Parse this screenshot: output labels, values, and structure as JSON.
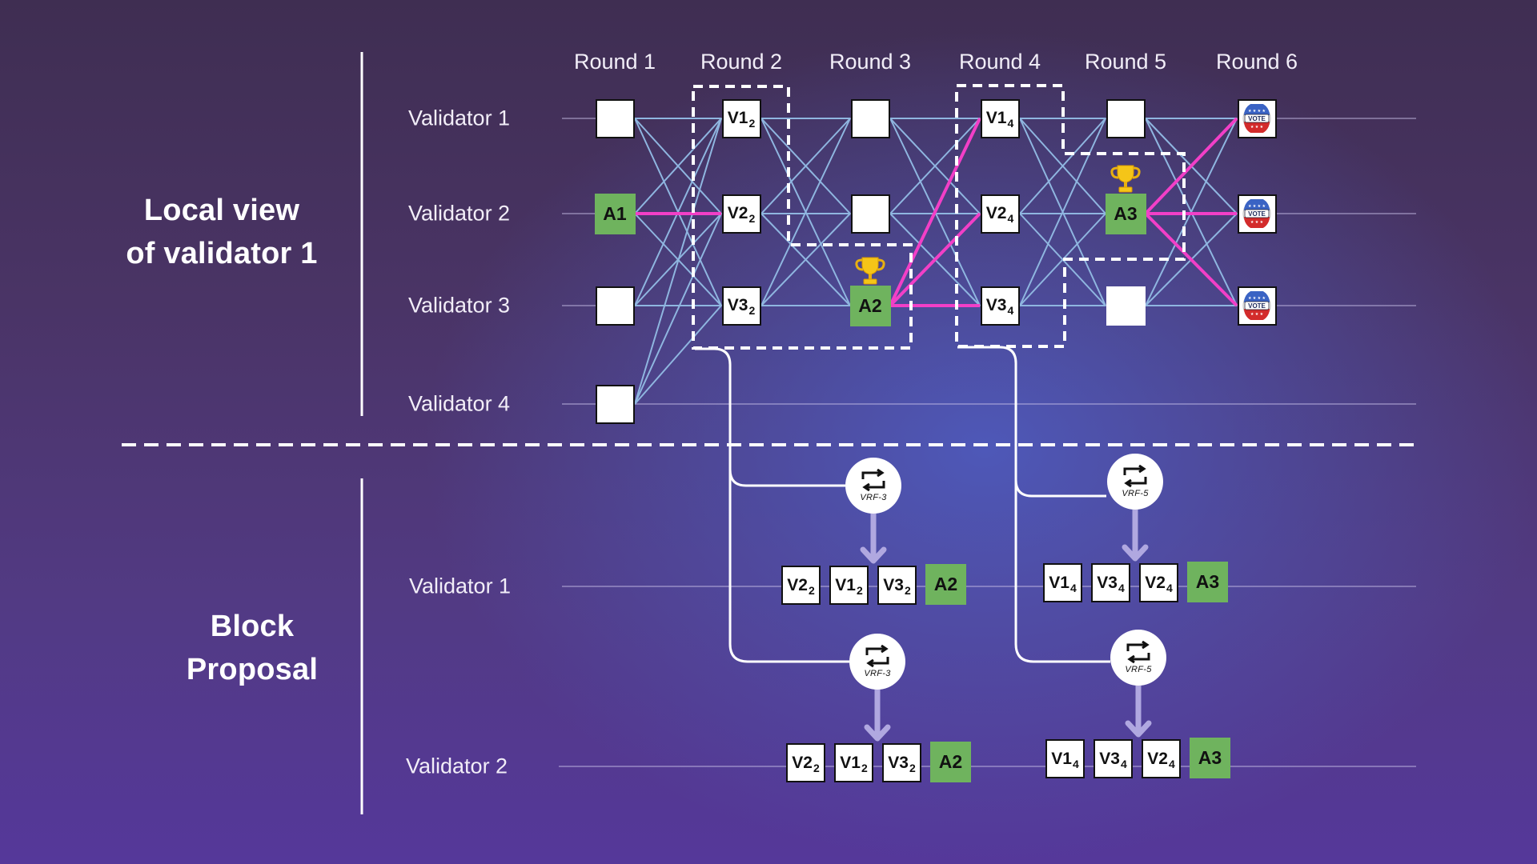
{
  "sections": {
    "local_view": {
      "title_line1": "Local view",
      "title_line2": "of validator 1"
    },
    "block_proposal": {
      "title_line1": "Block",
      "title_line2": "Proposal"
    }
  },
  "rounds": [
    "Round 1",
    "Round 2",
    "Round 3",
    "Round 4",
    "Round 5",
    "Round 6"
  ],
  "local_rows": [
    "Validator 1",
    "Validator 2",
    "Validator 3",
    "Validator 4"
  ],
  "grid": [
    [
      {
        "t": "empty"
      },
      {
        "t": "v",
        "main": "V1",
        "sub": "2"
      },
      {
        "t": "empty"
      },
      {
        "t": "v",
        "main": "V1",
        "sub": "4"
      },
      {
        "t": "empty"
      },
      {
        "t": "vote",
        "icon": "vote-badge-icon"
      }
    ],
    [
      {
        "t": "anchor",
        "main": "A1"
      },
      {
        "t": "v",
        "main": "V2",
        "sub": "2"
      },
      {
        "t": "empty"
      },
      {
        "t": "v",
        "main": "V2",
        "sub": "4"
      },
      {
        "t": "anchor",
        "main": "A3",
        "trophy": true
      },
      {
        "t": "vote",
        "icon": "vote-badge-icon"
      }
    ],
    [
      {
        "t": "empty"
      },
      {
        "t": "v",
        "main": "V3",
        "sub": "2"
      },
      {
        "t": "anchor",
        "main": "A2",
        "trophy": true
      },
      {
        "t": "v",
        "main": "V3",
        "sub": "4"
      },
      {
        "t": "empty",
        "noborder": true
      },
      {
        "t": "vote",
        "icon": "vote-badge-icon"
      }
    ],
    [
      {
        "t": "empty"
      },
      null,
      null,
      null,
      null,
      null
    ]
  ],
  "highlighted_edges": [
    {
      "from": [
        0,
        1
      ],
      "to": [
        1,
        1
      ]
    },
    {
      "from": [
        2,
        2
      ],
      "to": [
        3,
        0
      ]
    },
    {
      "from": [
        2,
        2
      ],
      "to": [
        3,
        1
      ]
    },
    {
      "from": [
        2,
        2
      ],
      "to": [
        3,
        2
      ]
    },
    {
      "from": [
        4,
        1
      ],
      "to": [
        5,
        0
      ]
    },
    {
      "from": [
        4,
        1
      ],
      "to": [
        5,
        1
      ]
    },
    {
      "from": [
        4,
        1
      ],
      "to": [
        5,
        2
      ]
    }
  ],
  "proposal_rows": [
    "Validator 1",
    "Validator 2"
  ],
  "proposals": [
    {
      "vrf_label": "VRF-3",
      "row": 0,
      "blocks": [
        {
          "main": "V2",
          "sub": "2"
        },
        {
          "main": "V1",
          "sub": "2"
        },
        {
          "main": "V3",
          "sub": "2"
        },
        {
          "main": "A2",
          "anchor": true
        }
      ]
    },
    {
      "vrf_label": "VRF-5",
      "row": 0,
      "blocks": [
        {
          "main": "V1",
          "sub": "4"
        },
        {
          "main": "V3",
          "sub": "4"
        },
        {
          "main": "V2",
          "sub": "4"
        },
        {
          "main": "A3",
          "anchor": true
        }
      ]
    },
    {
      "vrf_label": "VRF-3",
      "row": 1,
      "blocks": [
        {
          "main": "V2",
          "sub": "2"
        },
        {
          "main": "V1",
          "sub": "2"
        },
        {
          "main": "V3",
          "sub": "2"
        },
        {
          "main": "A2",
          "anchor": true
        }
      ]
    },
    {
      "vrf_label": "VRF-5",
      "row": 1,
      "blocks": [
        {
          "main": "V1",
          "sub": "4"
        },
        {
          "main": "V3",
          "sub": "4"
        },
        {
          "main": "V2",
          "sub": "4"
        },
        {
          "main": "A3",
          "anchor": true
        }
      ]
    }
  ],
  "colors": {
    "anchor_green": "#6fb35e",
    "highlight_magenta": "#f23fc7",
    "edge_blue": "#8fb6e0",
    "vrf_arrow": "#b0a8e0"
  }
}
